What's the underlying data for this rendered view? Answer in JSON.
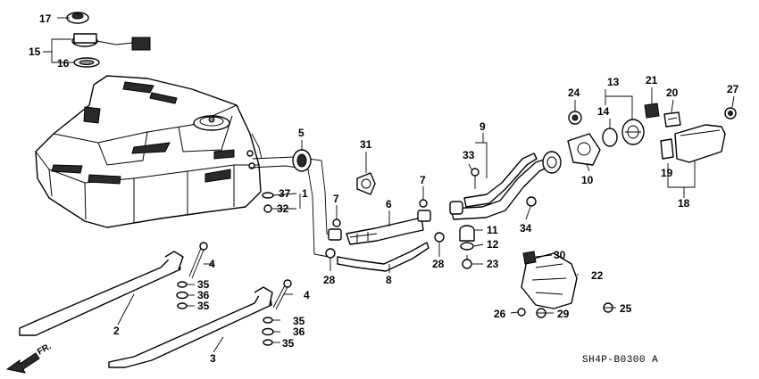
{
  "diagram_code": "SH4P-B0300 A",
  "direction_label": "FR.",
  "callouts": {
    "c1": "1",
    "c2": "2",
    "c3": "3",
    "c4a": "4",
    "c4b": "4",
    "c5": "5",
    "c6": "6",
    "c7a": "7",
    "c7b": "7",
    "c8": "8",
    "c9": "9",
    "c10": "10",
    "c11": "11",
    "c12": "12",
    "c13": "13",
    "c14": "14",
    "c15": "15",
    "c16": "16",
    "c17": "17",
    "c18": "18",
    "c19": "19",
    "c20": "20",
    "c21": "21",
    "c22": "22",
    "c23": "23",
    "c24": "24",
    "c25": "25",
    "c26": "26",
    "c27": "27",
    "c28a": "28",
    "c28b": "28",
    "c29": "29",
    "c30": "30",
    "c31": "31",
    "c32": "32",
    "c33": "33",
    "c34": "34",
    "c35a": "35",
    "c35b": "35",
    "c35c": "35",
    "c35d": "35",
    "c36a": "36",
    "c36b": "36",
    "c37": "37"
  }
}
